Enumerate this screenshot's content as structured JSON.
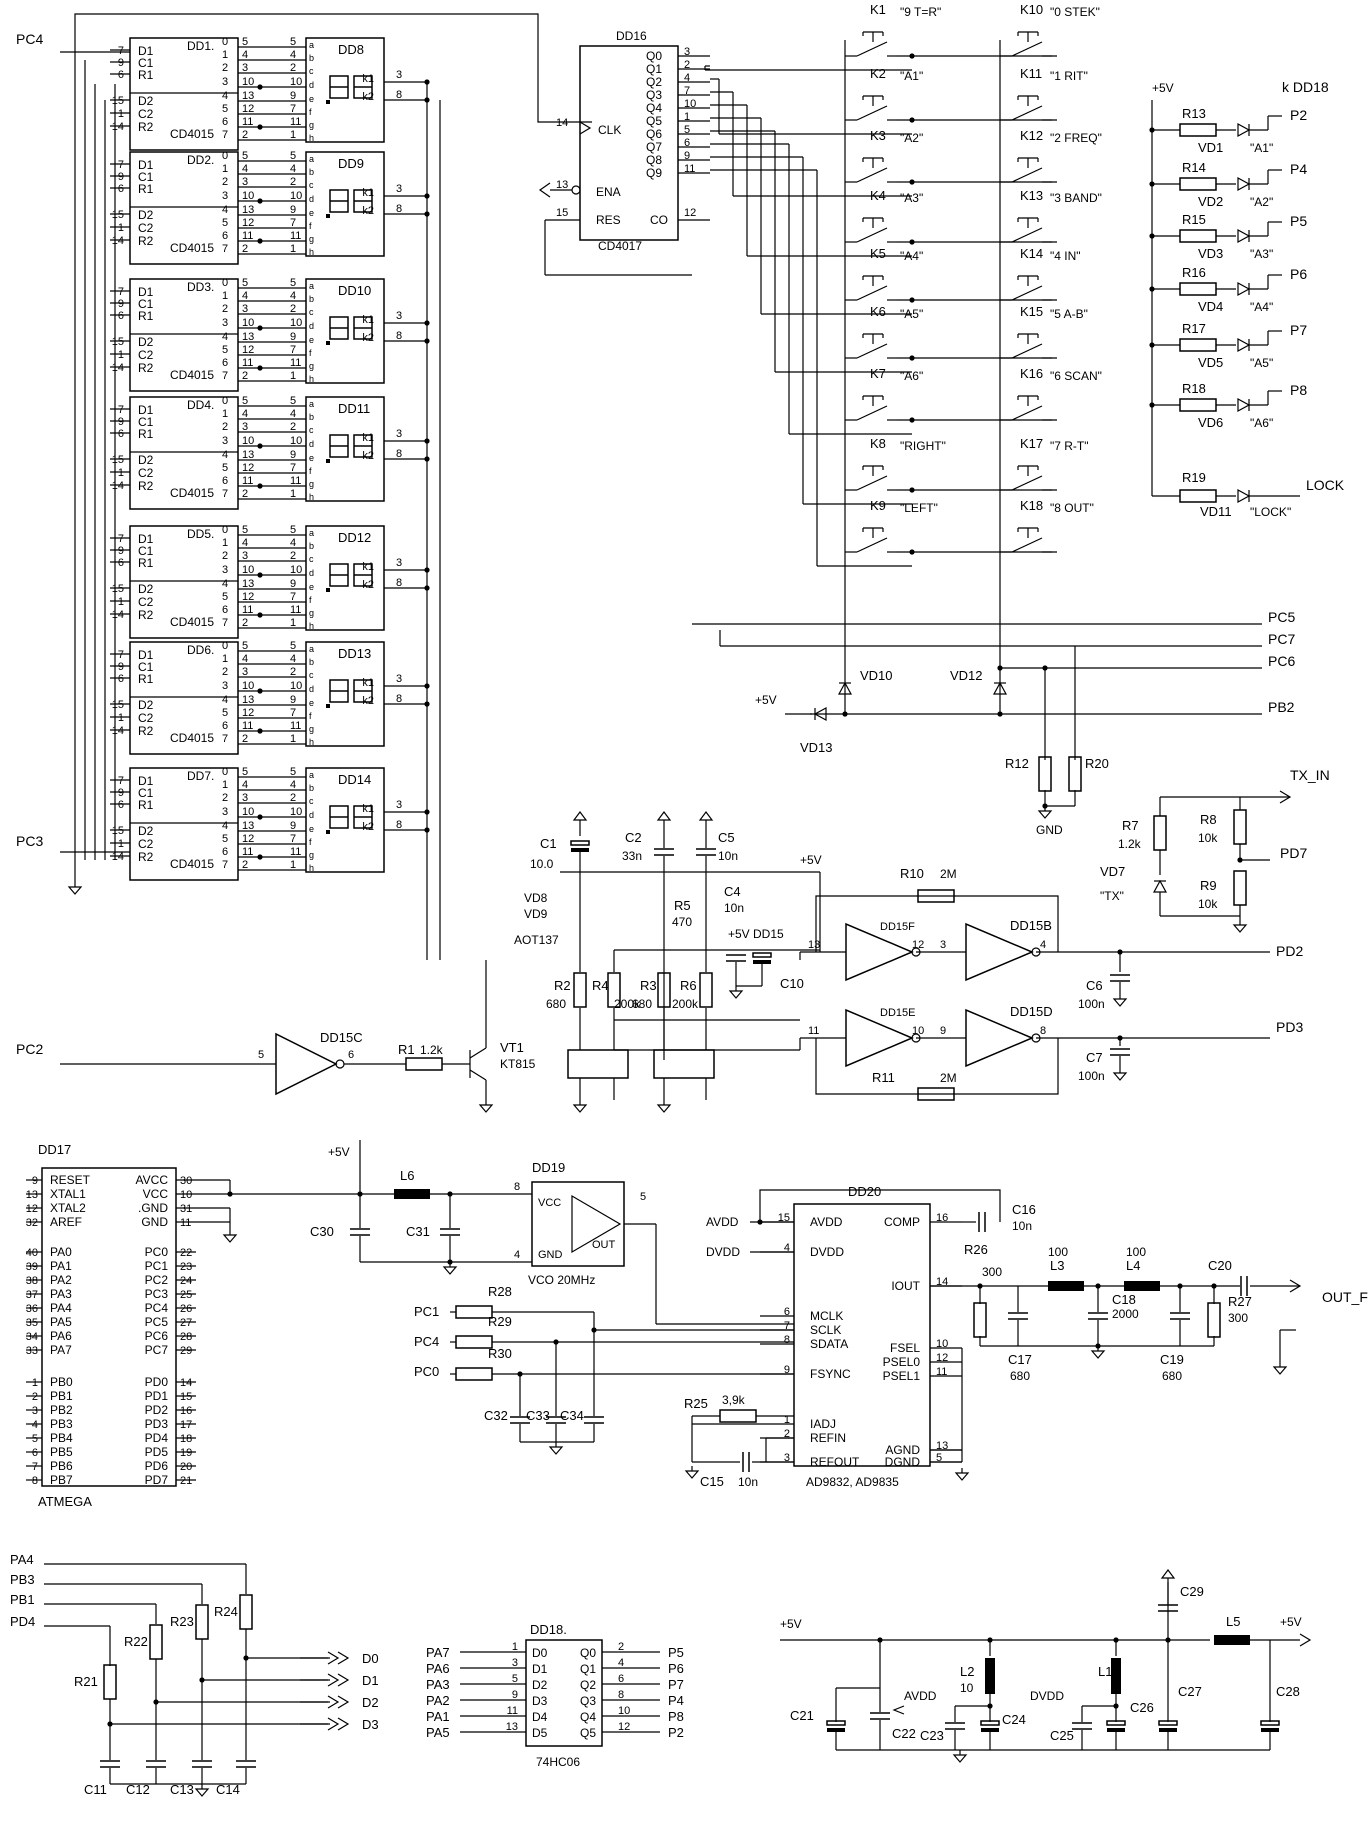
{
  "ports": {
    "pc4": "PC4",
    "pc3": "PC3",
    "pc2": "PC2",
    "pc5": "PC5",
    "pc7": "PC7",
    "pc6": "PC6",
    "pb2": "PB2",
    "pd2": "PD2",
    "pd3": "PD3",
    "pd7": "PD7",
    "tx_in": "TX_IN",
    "kdd18": "k DD18",
    "lock": "LOCK",
    "out_f": "OUT_F",
    "pc1": "PC1",
    "pc4b": "PC4",
    "pc0": "PC0",
    "pa4": "PA4",
    "pb3": "PB3",
    "pb1": "PB1",
    "pd4": "PD4"
  },
  "registers": [
    {
      "name": "DD1.",
      "chip": "CD4015",
      "display": "DD8"
    },
    {
      "name": "DD2.",
      "chip": "CD4015",
      "display": "DD9"
    },
    {
      "name": "DD3.",
      "chip": "CD4015",
      "display": "DD10"
    },
    {
      "name": "DD4.",
      "chip": "CD4015",
      "display": "DD11"
    },
    {
      "name": "DD5.",
      "chip": "CD4015",
      "display": "DD12"
    },
    {
      "name": "DD6.",
      "chip": "CD4015",
      "display": "DD13"
    },
    {
      "name": "DD7.",
      "chip": "CD4015",
      "display": "DD14"
    }
  ],
  "register_pins_left": [
    "7",
    "9",
    "6",
    "15",
    "1",
    "14"
  ],
  "register_pin_names": [
    "D1",
    "C1",
    "R1",
    "D2",
    "C2",
    "R2"
  ],
  "register_pins_out": [
    "5",
    "4",
    "3",
    "10",
    "13",
    "12",
    "11",
    "2"
  ],
  "register_q": [
    "0",
    "1",
    "2",
    "3",
    "4",
    "5",
    "6",
    "7"
  ],
  "display_pins_in": [
    "5",
    "4",
    "2",
    "10",
    "9",
    "7",
    "11",
    "1"
  ],
  "display_seg": [
    "a",
    "b",
    "c",
    "d",
    "e",
    "f",
    "g",
    "h"
  ],
  "display_k": [
    "k1",
    "k2"
  ],
  "display_kpins": [
    "3",
    "8"
  ],
  "counter": {
    "name": "DD16",
    "chip": "CD4017",
    "outputs": [
      "Q0",
      "Q1",
      "Q2",
      "Q3",
      "Q4",
      "Q5",
      "Q6",
      "Q7",
      "Q8",
      "Q9"
    ],
    "out_pins": [
      "3",
      "2",
      "4",
      "7",
      "10",
      "1",
      "5",
      "6",
      "9",
      "11"
    ],
    "clk": "CLK",
    "clk_pin": "14",
    "ena": "ENA",
    "ena_pin": "13",
    "res": "RES",
    "res_pin": "15",
    "co": "CO",
    "co_pin": "12"
  },
  "keys_left": [
    {
      "ref": "K1",
      "label": "\"9 T=R\""
    },
    {
      "ref": "K2",
      "label": "\"A1\""
    },
    {
      "ref": "K3",
      "label": "\"A2\""
    },
    {
      "ref": "K4",
      "label": "\"A3\""
    },
    {
      "ref": "K5",
      "label": "\"A4\""
    },
    {
      "ref": "K6",
      "label": "\"A5\""
    },
    {
      "ref": "K7",
      "label": "\"A6\""
    },
    {
      "ref": "K8",
      "label": "\"RIGHT\""
    },
    {
      "ref": "K9",
      "label": "\"LEFT\""
    }
  ],
  "keys_right": [
    {
      "ref": "K10",
      "label": "\"0 STEK\""
    },
    {
      "ref": "K11",
      "label": "\"1 RIT\""
    },
    {
      "ref": "K12",
      "label": "\"2 FREQ\""
    },
    {
      "ref": "K13",
      "label": "\"3 BAND\""
    },
    {
      "ref": "K14",
      "label": "\"4 IN\""
    },
    {
      "ref": "K15",
      "label": "\"5 A-B\""
    },
    {
      "ref": "K16",
      "label": "\"6 SCAN\""
    },
    {
      "ref": "K17",
      "label": "\"7 R-T\""
    },
    {
      "ref": "K18",
      "label": "\"8 OUT\""
    }
  ],
  "leds": [
    {
      "r": "R13",
      "vd": "VD1",
      "lbl": "\"A1\"",
      "port": "P2"
    },
    {
      "r": "R14",
      "vd": "VD2",
      "lbl": "\"A2\"",
      "port": "P4"
    },
    {
      "r": "R15",
      "vd": "VD3",
      "lbl": "\"A3\"",
      "port": "P5"
    },
    {
      "r": "R16",
      "vd": "VD4",
      "lbl": "\"A4\"",
      "port": "P6"
    },
    {
      "r": "R17",
      "vd": "VD5",
      "lbl": "\"A5\"",
      "port": "P7"
    },
    {
      "r": "R18",
      "vd": "VD6",
      "lbl": "\"A6\"",
      "port": "P8"
    }
  ],
  "lock_led": {
    "r": "R19",
    "vd": "VD11",
    "lbl": "\"LOCK\""
  },
  "plus5": "+5V",
  "gnd": "GND",
  "keys_misc": {
    "vd10": "VD10",
    "vd12": "VD12",
    "vd13": "VD13",
    "r12": "R12",
    "r20": "R20"
  },
  "tx": {
    "r7": "R7",
    "r7v": "1.2k",
    "vd7": "VD7",
    "tx": "\"TX\"",
    "r8": "R8",
    "r8v": "10k",
    "r9": "R9",
    "r9v": "10k"
  },
  "sensor": {
    "c1": "C1",
    "c1v": "10.0",
    "c2": "C2",
    "c2v": "33n",
    "c5": "C5",
    "c5v": "10n",
    "vd8": "VD8",
    "vd9": "VD9",
    "aot": "AOT137",
    "r5": "R5",
    "r5v": "470",
    "c4": "C4",
    "c4v": "10n",
    "p5dd15": "+5V DD15",
    "c10": "C10",
    "r2": "R2",
    "r2v": "680",
    "r4": "R4",
    "r4v": "200k",
    "r3": "R3",
    "r3v": "680",
    "r6": "R6",
    "r6v": "200k",
    "r10": "R10",
    "r10v": "2M",
    "r11": "R11",
    "r11v": "2M",
    "dd15f": "DD15F",
    "dd15b": "DD15B",
    "dd15e": "DD15E",
    "dd15d": "DD15D",
    "c6": "C6",
    "c6v": "100n",
    "c7": "C7",
    "c7v": "100n",
    "p13": "13",
    "p12": "12",
    "p3": "3",
    "p4": "4",
    "p11": "11",
    "p10": "10",
    "p9": "9",
    "p8": "8"
  },
  "driver": {
    "dd15c": "DD15C",
    "p5": "5",
    "p6": "6",
    "r1": "R1",
    "r1v": "1.2k",
    "vt1": "VT1",
    "kt": "KT815"
  },
  "mcu": {
    "name": "DD17",
    "chip": "ATMEGA",
    "left": [
      {
        "pin": "9",
        "name": "RESET"
      },
      {
        "pin": "13",
        "name": "XTAL1"
      },
      {
        "pin": "12",
        "name": "XTAL2"
      },
      {
        "pin": "32",
        "name": "AREF"
      },
      {
        "pin": "40",
        "name": "PA0"
      },
      {
        "pin": "39",
        "name": "PA1"
      },
      {
        "pin": "38",
        "name": "PA2"
      },
      {
        "pin": "37",
        "name": "PA3"
      },
      {
        "pin": "36",
        "name": "PA4"
      },
      {
        "pin": "35",
        "name": "PA5"
      },
      {
        "pin": "34",
        "name": "PA6"
      },
      {
        "pin": "33",
        "name": "PA7"
      },
      {
        "pin": "1",
        "name": "PB0"
      },
      {
        "pin": "2",
        "name": "PB1"
      },
      {
        "pin": "3",
        "name": "PB2"
      },
      {
        "pin": "4",
        "name": "PB3"
      },
      {
        "pin": "5",
        "name": "PB4"
      },
      {
        "pin": "6",
        "name": "PB5"
      },
      {
        "pin": "7",
        "name": "PB6"
      },
      {
        "pin": "8",
        "name": "PB7"
      }
    ],
    "right": [
      {
        "pin": "30",
        "name": "AVCC"
      },
      {
        "pin": "10",
        "name": "VCC"
      },
      {
        "pin": "31",
        "name": ".GND"
      },
      {
        "pin": "11",
        "name": "GND"
      },
      {
        "pin": "22",
        "name": "PC0"
      },
      {
        "pin": "23",
        "name": "PC1"
      },
      {
        "pin": "24",
        "name": "PC2"
      },
      {
        "pin": "25",
        "name": "PC3"
      },
      {
        "pin": "26",
        "name": "PC4"
      },
      {
        "pin": "27",
        "name": "PC5"
      },
      {
        "pin": "28",
        "name": "PC6"
      },
      {
        "pin": "29",
        "name": "PC7"
      },
      {
        "pin": "14",
        "name": "PD0"
      },
      {
        "pin": "15",
        "name": "PD1"
      },
      {
        "pin": "16",
        "name": "PD2"
      },
      {
        "pin": "17",
        "name": "PD3"
      },
      {
        "pin": "18",
        "name": "PD4"
      },
      {
        "pin": "19",
        "name": "PD5"
      },
      {
        "pin": "20",
        "name": "PD6"
      },
      {
        "pin": "21",
        "name": "PD7"
      }
    ]
  },
  "vco": {
    "name": "DD19",
    "vcc": "VCC",
    "gnd": "GND",
    "out": "OUT",
    "caption": "VCO 20MHz",
    "p8": "8",
    "p4": "4",
    "p5": "5",
    "l6": "L6",
    "c30": "C30",
    "c31": "C31"
  },
  "dds": {
    "name": "DD20",
    "chip": "AD9832, AD9835",
    "left": [
      {
        "pin": "15",
        "name": "AVDD"
      },
      {
        "pin": "4",
        "name": "DVDD"
      },
      {
        "pin": "6",
        "name": "MCLK"
      },
      {
        "pin": "7",
        "name": "SCLK"
      },
      {
        "pin": "8",
        "name": "SDATA"
      },
      {
        "pin": "9",
        "name": "FSYNC"
      },
      {
        "pin": "1",
        "name": "IADJ"
      },
      {
        "pin": "2",
        "name": "REFIN"
      },
      {
        "pin": "3",
        "name": "REFOUT"
      }
    ],
    "right": [
      {
        "pin": "16",
        "name": "COMP"
      },
      {
        "pin": "14",
        "name": "IOUT"
      },
      {
        "pin": "10",
        "name": "FSEL"
      },
      {
        "pin": "12",
        "name": "PSEL0"
      },
      {
        "pin": "11",
        "name": "PSEL1"
      },
      {
        "pin": "13",
        "name": "AGND"
      },
      {
        "pin": "5",
        "name": "DGND"
      }
    ],
    "avdd": "AVDD",
    "dvdd": "DVDD",
    "r28": "R28",
    "r29": "R29",
    "r30": "R30",
    "c32": "C32",
    "c33": "C33",
    "c34": "C34",
    "r25": "R25",
    "r25v": "3,9k",
    "c15": "C15",
    "c15v": "10n",
    "c16": "C16",
    "c16v": "10n",
    "r26": "R26"
  },
  "filter": {
    "r300": "300",
    "c17": "C17",
    "c17v": "680",
    "l3": "L3",
    "l3v": "100",
    "c18": "C18",
    "c18v": "2000",
    "l4": "L4",
    "l4v": "100",
    "c19": "C19",
    "c19v": "680",
    "c20": "C20",
    "r27": "R27",
    "r27v": "300"
  },
  "dac": {
    "r21": "R21",
    "r22": "R22",
    "r23": "R23",
    "r24": "R24",
    "c11": "C11",
    "c12": "C12",
    "c13": "C13",
    "c14": "C14",
    "outs": [
      "D0",
      "D1",
      "D2",
      "D3"
    ]
  },
  "dd18": {
    "name": "DD18.",
    "chip": "74HC06",
    "rows": [
      {
        "in": "PA7",
        "pi": "1",
        "d": "D0",
        "q": "Q0",
        "po": "2",
        "out": "P5"
      },
      {
        "in": "PA6",
        "pi": "3",
        "d": "D1",
        "q": "Q1",
        "po": "4",
        "out": "P6"
      },
      {
        "in": "PA3",
        "pi": "5",
        "d": "D2",
        "q": "Q2",
        "po": "6",
        "out": "P7"
      },
      {
        "in": "PA2",
        "pi": "9",
        "d": "D3",
        "q": "Q3",
        "po": "8",
        "out": "P4"
      },
      {
        "in": "PA1",
        "pi": "11",
        "d": "D4",
        "q": "Q4",
        "po": "10",
        "out": "P8"
      },
      {
        "in": "PA5",
        "pi": "13",
        "d": "D5",
        "q": "Q5",
        "po": "12",
        "out": "P2"
      }
    ]
  },
  "power": {
    "c21": "C21",
    "c22": "C22",
    "c23": "C23",
    "c24": "C24",
    "c25": "C25",
    "c26": "C26",
    "c27": "C27",
    "c28": "C28",
    "c29": "C29",
    "l1": "L1",
    "l2": "L2",
    "l2v": "10",
    "l5": "L5",
    "avdd": "AVDD",
    "dvdd": "DVDD"
  }
}
